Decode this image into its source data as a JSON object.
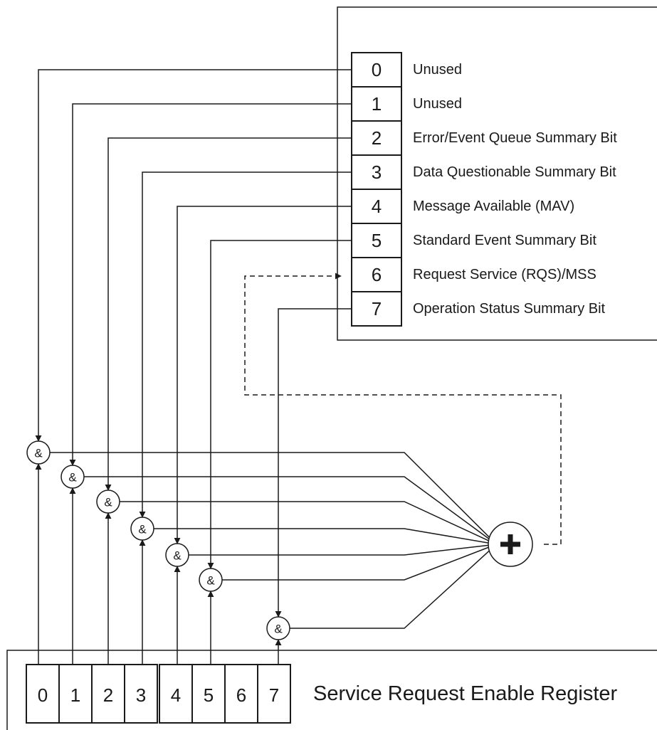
{
  "status_byte_register": {
    "bits": [
      {
        "num": "0",
        "label": "Unused"
      },
      {
        "num": "1",
        "label": "Unused"
      },
      {
        "num": "2",
        "label": "Error/Event Queue Summary Bit"
      },
      {
        "num": "3",
        "label": "Data Questionable Summary Bit"
      },
      {
        "num": "4",
        "label": "Message Available (MAV)"
      },
      {
        "num": "5",
        "label": "Standard Event Summary Bit"
      },
      {
        "num": "6",
        "label": "Request Service (RQS)/MSS"
      },
      {
        "num": "7",
        "label": "Operation Status Summary Bit"
      }
    ]
  },
  "service_request_enable_register": {
    "title": "Service Request Enable Register",
    "bits": [
      "0",
      "1",
      "2",
      "3",
      "4",
      "5",
      "6",
      "7"
    ]
  },
  "and_gate_symbol": "&",
  "or_gate_symbol": "+"
}
